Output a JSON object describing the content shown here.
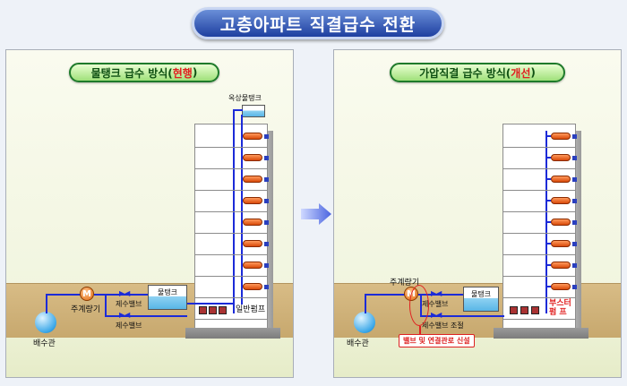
{
  "title": "고층아파트 직결급수 전환",
  "left": {
    "header_main": "물탱크 급수 방식(",
    "header_hl": "현행",
    "header_end": ")",
    "rooftop_tank": "옥상물탱크",
    "meter_symbol": "M",
    "main_meter": "주계량기",
    "valve1": "제수밸브",
    "valve2": "제수밸브",
    "tank": "물탱크",
    "pump": "일반펌프",
    "main_pipe": "배수관"
  },
  "right": {
    "header_main": "가압직결  급수 방식(",
    "header_hl": "개선",
    "header_end": ")",
    "meter_symbol": "M",
    "main_meter": "주계량기",
    "valve1": "제수밸브",
    "valve2": "제수밸브 조절",
    "tank": "물탱크",
    "booster_line1": "부스터",
    "booster_line2": "펌 프",
    "note": "밸브 및 연결관로 신설",
    "main_pipe": "배수관"
  },
  "floor_meter_count": 8,
  "colors": {
    "pipe": "#1c2bd8",
    "meter": "#e06a10",
    "highlight": "#e02020",
    "header_border": "#1e7a2a"
  }
}
